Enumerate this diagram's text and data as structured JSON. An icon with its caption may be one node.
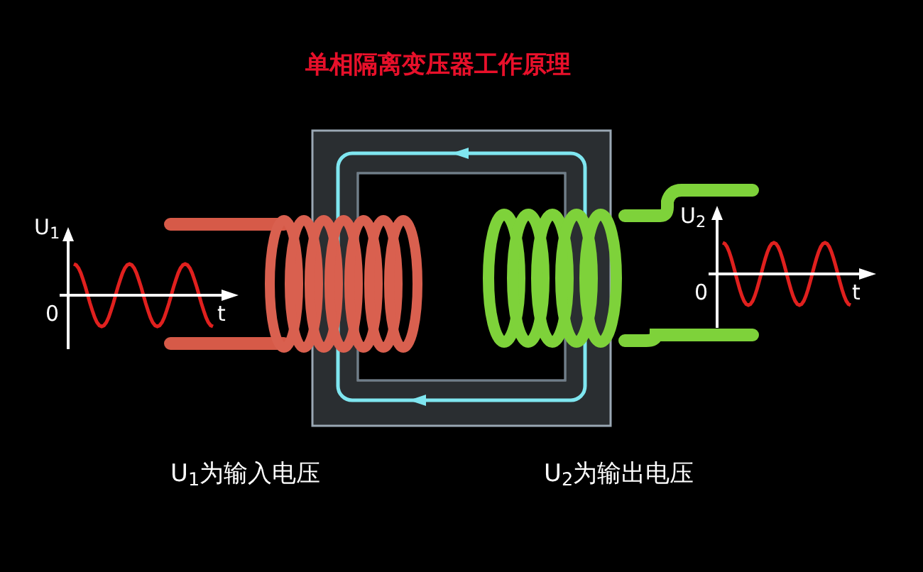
{
  "diagram": {
    "title": "单相隔离变压器工作原理",
    "labels": [
      "U$_{1}$",
      "0",
      "t",
      "U$_{2}$",
      "0",
      "t",
      "U$_{1}$为输入电压",
      "U$_{2}$为输出电压"
    ]
  }
}
